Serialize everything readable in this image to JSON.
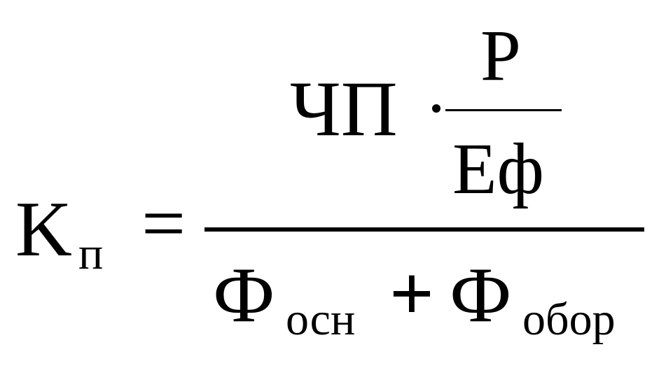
{
  "formula": {
    "lhs": {
      "symbol": "K",
      "subscript": "п"
    },
    "equals": "=",
    "numerator": {
      "main": "ЧП",
      "multiply": "·",
      "inner_fraction": {
        "numerator": "P",
        "denominator": "Eф"
      }
    },
    "denominator": {
      "term1": {
        "symbol": "Ф",
        "subscript": "осн"
      },
      "plus": "+",
      "term2": {
        "symbol": "Ф",
        "subscript": "обор"
      }
    }
  }
}
